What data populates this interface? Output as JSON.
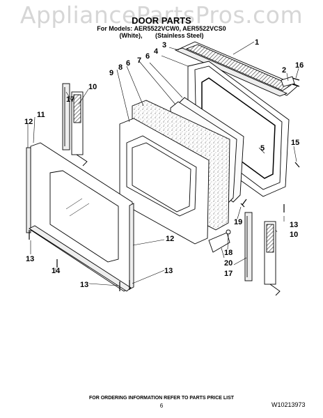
{
  "watermark": "AppliancePartsPros.com",
  "header": {
    "title": "DOOR PARTS",
    "models": "For Models: AER5522VCW0, AER5522VCS0",
    "finish_white": "(White),",
    "finish_stainless": "(Stainless Steel)"
  },
  "callouts": {
    "c1": "1",
    "c2": "2",
    "c3": "3",
    "c4": "4",
    "c5": "5",
    "c6a": "6",
    "c6b": "6",
    "c7": "7",
    "c8": "8",
    "c9": "9",
    "c10a": "10",
    "c10b": "10",
    "c11": "11",
    "c12a": "12",
    "c12b": "12",
    "c13a": "13",
    "c13b": "13",
    "c13c": "13",
    "c13d": "13",
    "c14": "14",
    "c15": "15",
    "c16": "16",
    "c17a": "17",
    "c17b": "17",
    "c18": "18",
    "c19": "19",
    "c20": "20"
  },
  "footer": {
    "note": "FOR ORDERING INFORMATION REFER TO PARTS PRICE LIST",
    "page": "6",
    "code": "W10213973"
  }
}
